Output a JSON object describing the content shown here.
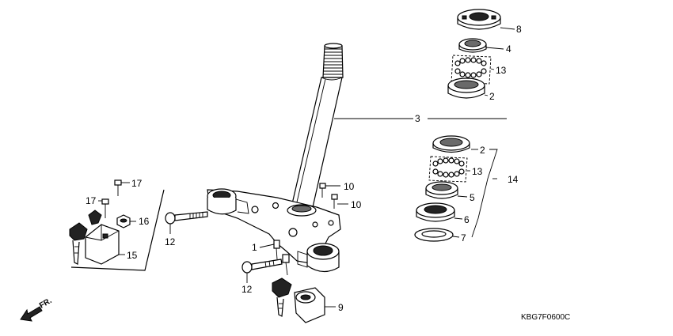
{
  "diagram_code": "KBG7F0600C",
  "direction_label": "FR.",
  "labels": {
    "l8": "8",
    "l4": "4",
    "l13a": "13",
    "l2a": "2",
    "l3": "3",
    "l2b": "2",
    "l13b": "13",
    "l14": "14",
    "l5": "5",
    "l6": "6",
    "l7": "7",
    "l10a": "10",
    "l10b": "10",
    "l17a": "17",
    "l17b": "17",
    "l16": "16",
    "l15": "15",
    "l12a": "12",
    "l1": "1",
    "l12b": "12",
    "l9": "9"
  }
}
